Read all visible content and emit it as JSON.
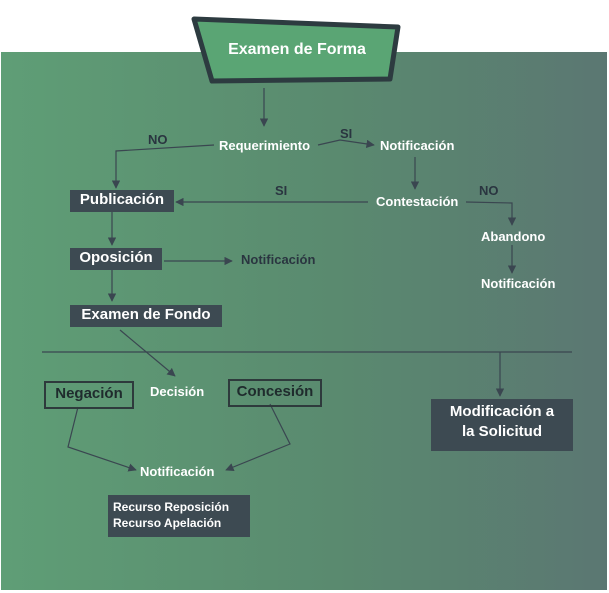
{
  "diagram": {
    "header": "Examen de Forma",
    "requerimiento": "Requerimiento",
    "label_no_left": "NO",
    "label_si_top": "SI",
    "notificacion_top": "Notificación",
    "contestacion": "Contestación",
    "label_si_mid": "SI",
    "label_no_right": "NO",
    "publicacion": "Publicación",
    "abandono": "Abandono",
    "notificacion_abandono": "Notificación",
    "oposicion": "Oposición",
    "notificacion_oposicion": "Notificación",
    "examen_fondo": "Examen de Fondo",
    "decision": "Decisión",
    "negacion": "Negación",
    "concesion": "Concesión",
    "modificacion_line1": "Modificación a",
    "modificacion_line2": "la Solicitud",
    "notificacion_bottom": "Notificación",
    "recurso_reposicion": "Recurso Reposición",
    "recurso_apelacion": "Recurso Apelación"
  },
  "colors": {
    "panel_start": "#5f9e76",
    "panel_end": "#5b7772",
    "box_dark": "#3d4a52",
    "header_green": "#5aa574",
    "header_border": "#2d3b40",
    "connector": "#3a4650"
  }
}
